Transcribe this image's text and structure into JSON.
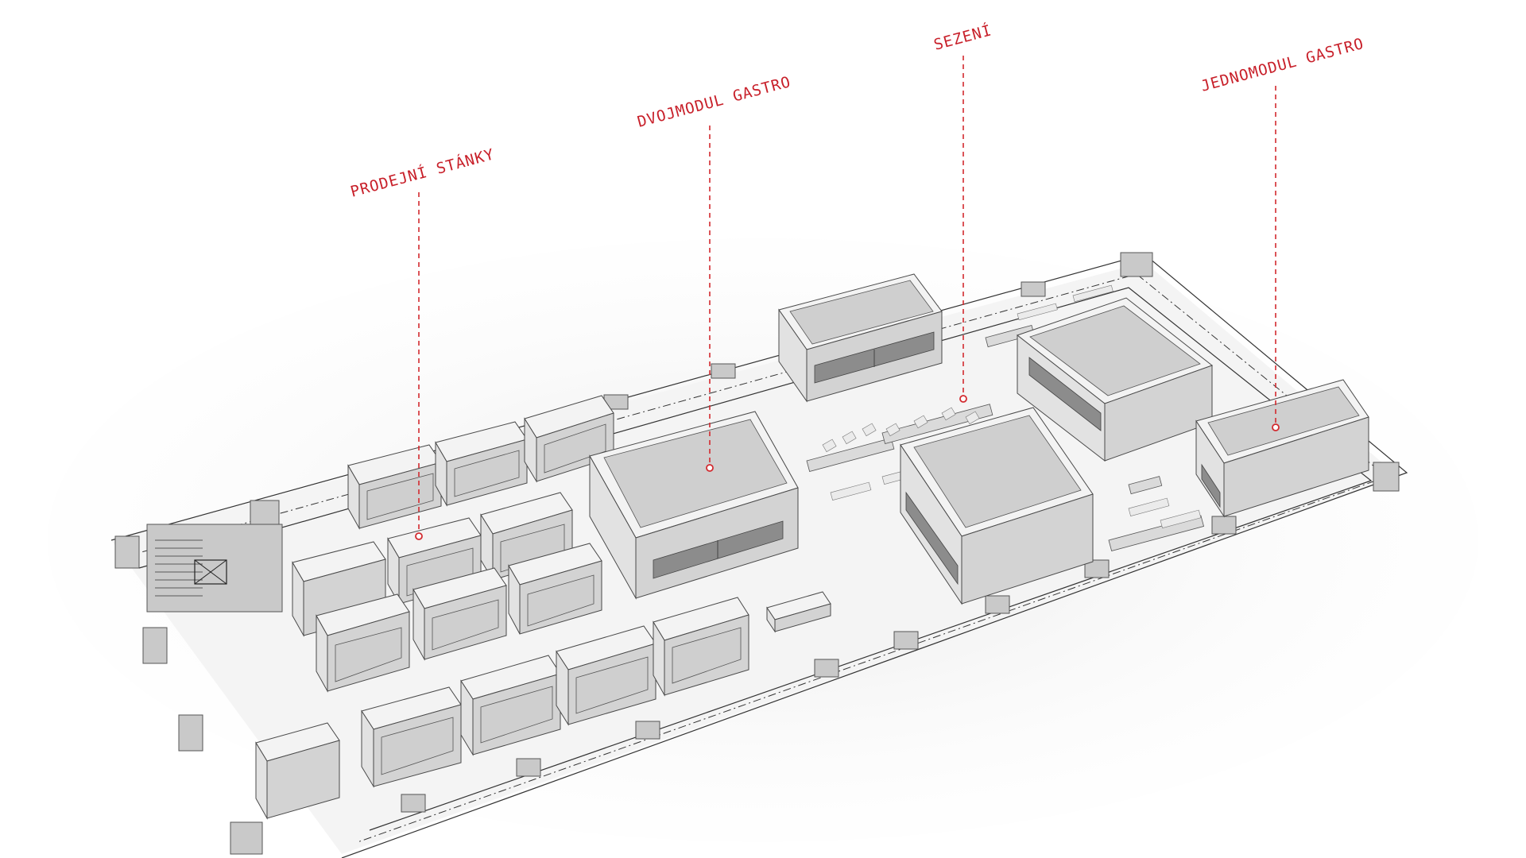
{
  "labels": {
    "prodejni_stanky": "PRODEJNÍ STÁNKY",
    "dvojmodul_gastro": "DVOJMODUL GASTRO",
    "sezeni": "SEZENÍ",
    "jednomodul_gastro": "JEDNOMODUL GASTRO"
  },
  "colors": {
    "annotation": "#c8202a",
    "background": "#ffffff",
    "module": "#e6e6e6"
  }
}
